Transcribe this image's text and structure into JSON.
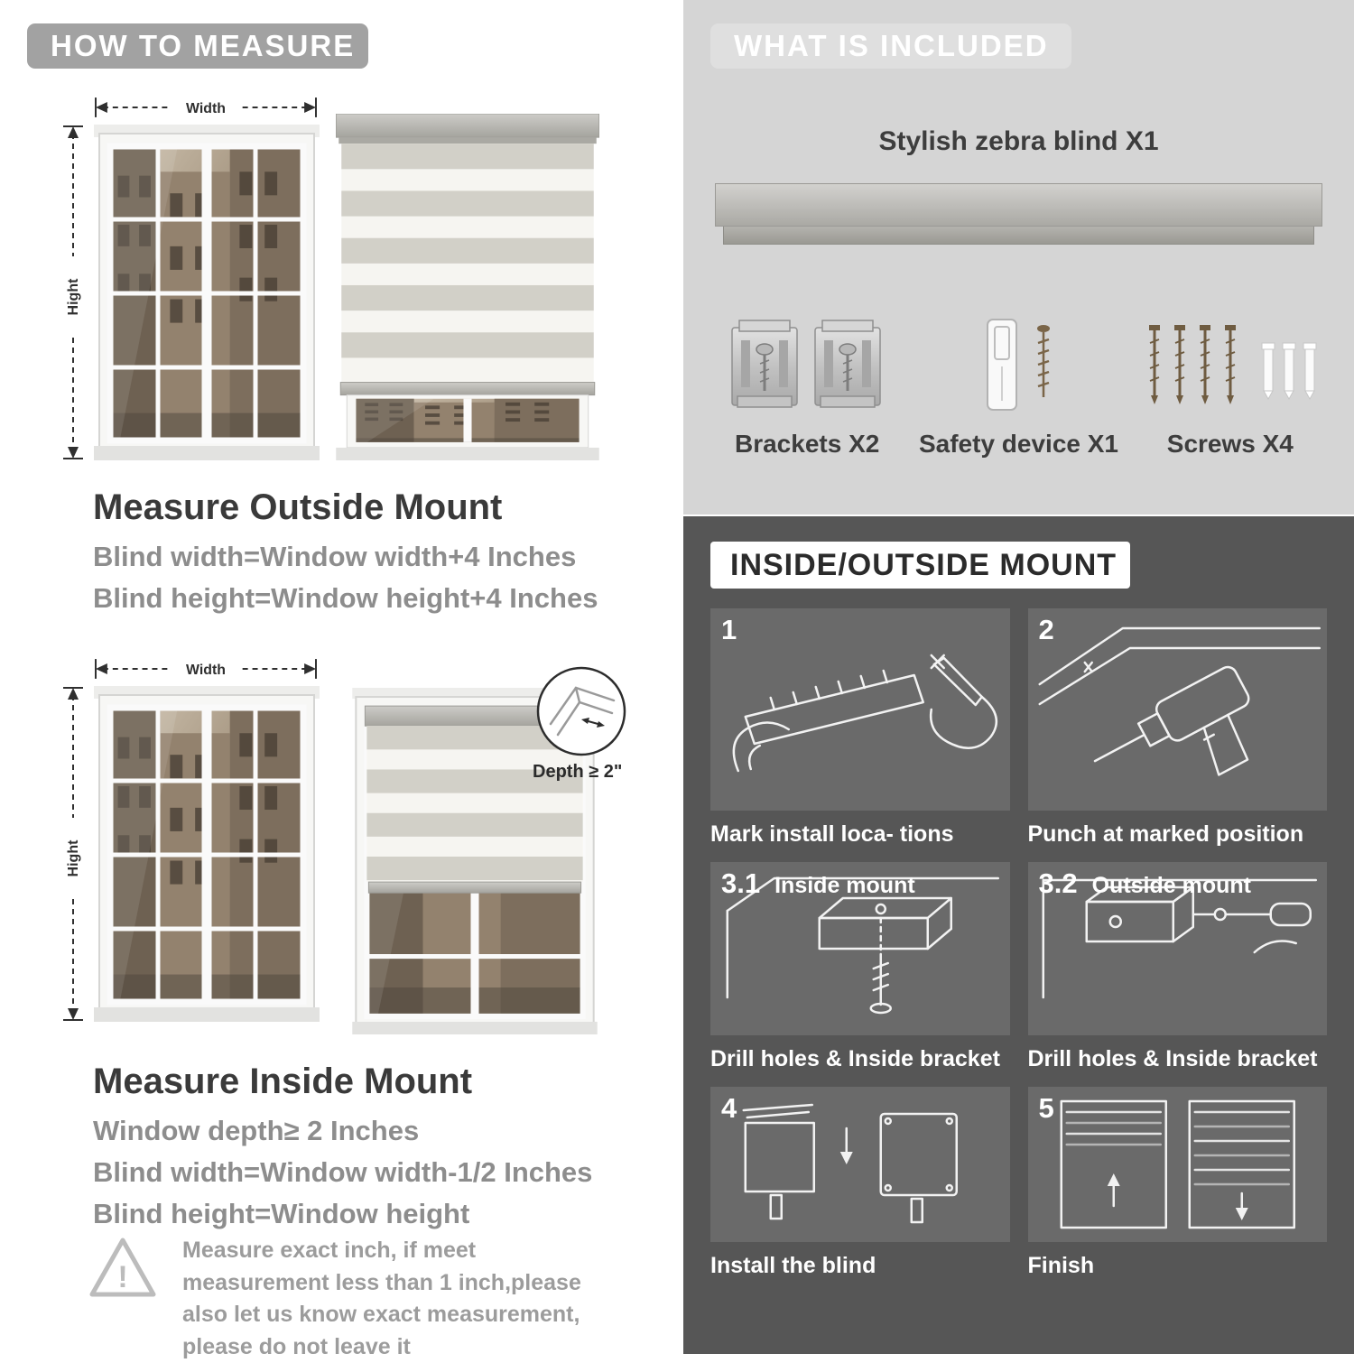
{
  "colors": {
    "left_badge": "#a2a2a2",
    "included_panel": "#d5d5d5",
    "mount_panel": "#565656",
    "step_panel": "#6a6a6a",
    "heading_text": "#3a3a3a",
    "body_gray_text": "#8d8d8d"
  },
  "how_to_measure": {
    "header": "HOW TO MEASURE",
    "width_label": "Width",
    "height_label": "Hight",
    "warning_mark": "!",
    "outside": {
      "title": "Measure Outside Mount",
      "line1": "Blind width=Window width+4 Inches",
      "line2": "Blind height=Window height+4 Inches"
    },
    "inside": {
      "title": "Measure Inside Mount",
      "depth_callout": "Depth ≥ 2\"",
      "line1": "Window depth≥ 2 Inches",
      "line2": "Blind width=Window width-1/2 Inches",
      "line3": "Blind height=Window height"
    },
    "note": "Measure exact inch, if meet measurement less than 1 inch,please also let us know exact measurement, please do not leave it"
  },
  "included": {
    "header": "WHAT IS INCLUDED",
    "blind_label": "Stylish zebra blind X1",
    "items": [
      {
        "icon": "brackets-icon",
        "label": "Brackets X2"
      },
      {
        "icon": "safety-device-icon",
        "label": "Safety device X1"
      },
      {
        "icon": "screws-icon",
        "label": "Screws X4"
      }
    ]
  },
  "mount_guide": {
    "header": "INSIDE/OUTSIDE MOUNT",
    "steps": [
      {
        "num": "1",
        "sub": "",
        "caption": "Mark install loca- tions"
      },
      {
        "num": "2",
        "sub": "",
        "caption": "Punch at  marked position"
      },
      {
        "num": "3.1",
        "sub": "Inside mount",
        "caption": "Drill holes &  Inside bracket"
      },
      {
        "num": "3.2",
        "sub": "Outside mount",
        "caption": "Drill holes &  Inside bracket"
      },
      {
        "num": "4",
        "sub": "",
        "caption": "Install the blind"
      },
      {
        "num": "5",
        "sub": "",
        "caption": "Finish"
      }
    ]
  }
}
